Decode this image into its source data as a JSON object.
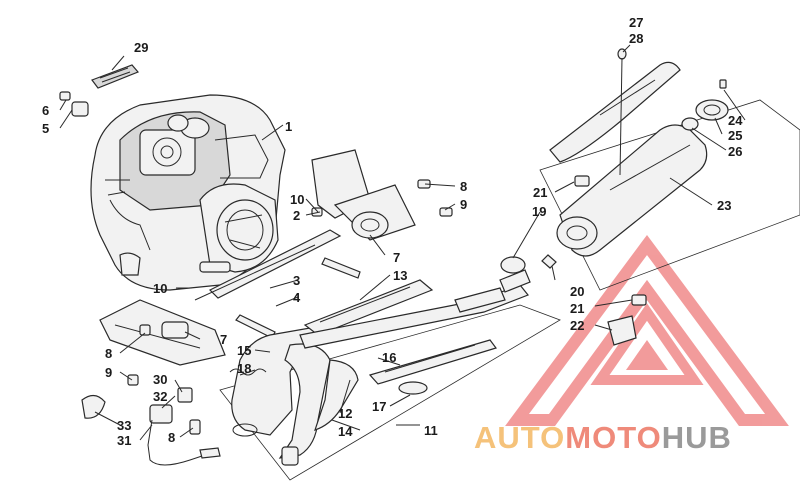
{
  "callouts": {
    "c1": "1",
    "c2": "2",
    "c3": "3",
    "c4": "4",
    "c5": "5",
    "c6": "6",
    "c7a": "7",
    "c7b": "7",
    "c8a": "8",
    "c8b": "8",
    "c8c": "8",
    "c9a": "9",
    "c9b": "9",
    "c10a": "10",
    "c10b": "10",
    "c11": "11",
    "c12": "12",
    "c13": "13",
    "c14": "14",
    "c15": "15",
    "c16": "16",
    "c17": "17",
    "c18": "18",
    "c19": "19",
    "c20": "20",
    "c21a": "21",
    "c21b": "21",
    "c22": "22",
    "c23": "23",
    "c24": "24",
    "c25": "25",
    "c26": "26",
    "c27": "27",
    "c28": "28",
    "c29": "29",
    "c30": "30",
    "c31": "31",
    "c32": "32",
    "c33": "33"
  },
  "watermark": {
    "word_a": "AUTO",
    "word_b": "MOTO",
    "word_c": "HUB",
    "color_a": "#f5c27a",
    "color_b": "#ef8a7a",
    "color_c": "#9a9a9a",
    "triangle_color": "#e84a4a"
  }
}
